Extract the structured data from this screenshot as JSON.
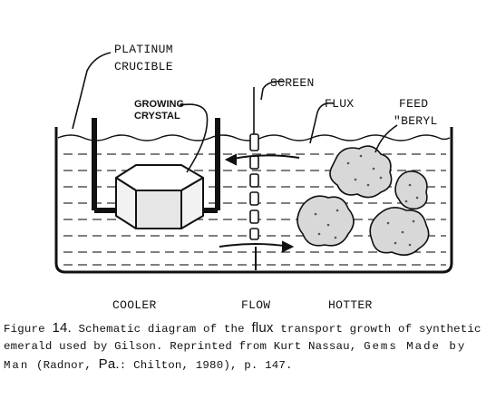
{
  "labels": {
    "platinum": "PLATINUM",
    "crucible": "CRUCIBLE",
    "growing": "GROWING",
    "crystal": "CRYSTAL",
    "screen": "SCREEN",
    "flux": "FLUX",
    "feed": "FEED",
    "beryl": "\"BERYL",
    "cooler": "COOLER",
    "flow": "FLOW",
    "hotter": "HOTTER"
  },
  "caption": {
    "fig_prefix": "Figure ",
    "fig_number": "14.",
    "part1": " Schematic diagram of the ",
    "flux_word": "flux",
    "part2": " transport growth of synthetic emerald used by Gilson. Reprinted from Kurt Nassau, ",
    "book_title": "Gems Made by Man",
    "part3": " (Radnor, ",
    "state": "Pa.",
    "part4": ": Chilton, 1980), p. 147."
  }
}
